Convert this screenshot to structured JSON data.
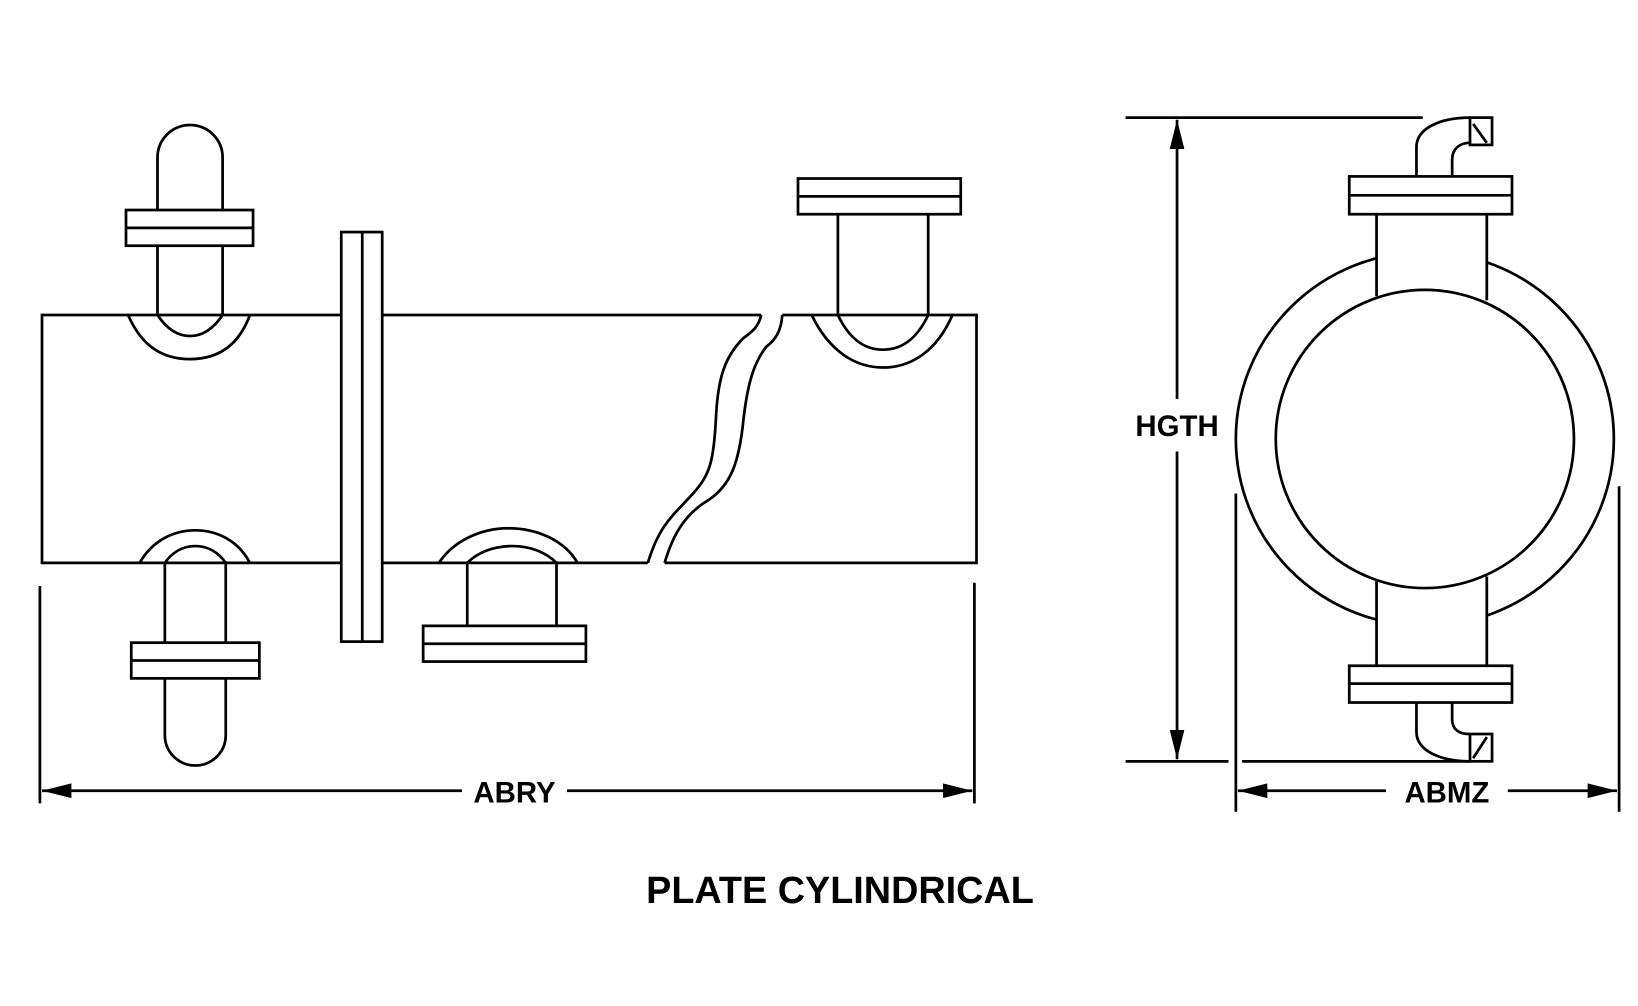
{
  "title": "PLATE CYLINDRICAL",
  "dimensions": {
    "length": "ABRY",
    "height": "HGTH",
    "width": "ABMZ"
  }
}
